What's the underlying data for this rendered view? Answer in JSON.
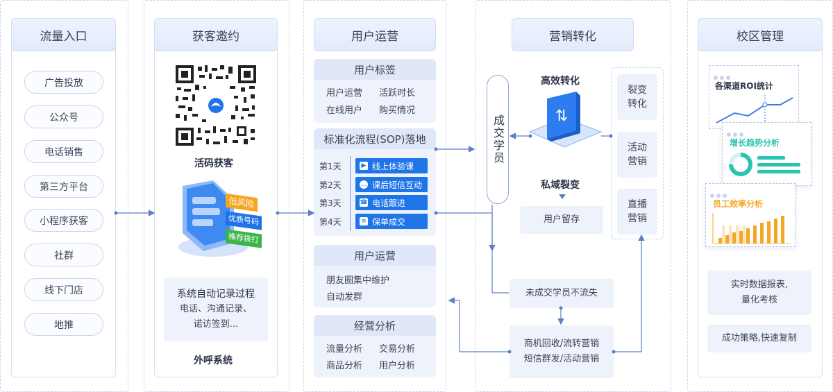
{
  "columns": {
    "traffic": {
      "title": "流量入口",
      "items": [
        "广告投放",
        "公众号",
        "电话销售",
        "第三方平台",
        "小程序获客",
        "社群",
        "线下门店",
        "地推"
      ]
    },
    "acquire": {
      "title": "获客邀约",
      "qr_label": "活码获客",
      "tags": [
        "低风险",
        "优质号码",
        "推荐拨打"
      ],
      "record_title": "系统自动记录过程",
      "record_desc1": "电话、沟通记录、",
      "record_desc2": "诺访签到...",
      "footer": "外呼系统"
    },
    "ops": {
      "title": "用户运营",
      "tags_panel": {
        "title": "用户标签",
        "items": [
          "用户运营",
          "活跃时长",
          "在线用户",
          "购买情况"
        ]
      },
      "sop": {
        "title": "标准化流程(SOP)落地",
        "rows": [
          {
            "day": "第1天",
            "label": "线上体验课",
            "icon": "video-icon"
          },
          {
            "day": "第2天",
            "label": "课后短信互动",
            "icon": "chat-icon"
          },
          {
            "day": "第3天",
            "label": "电话跟进",
            "icon": "phone-icon"
          },
          {
            "day": "第4天",
            "label": "保单成交",
            "icon": "doc-icon"
          }
        ]
      },
      "user_ops": {
        "title": "用户运营",
        "items": [
          "朋友圈集中维护",
          "自动发群"
        ]
      },
      "analysis": {
        "title": "经营分析",
        "items": [
          "流量分析",
          "交易分析",
          "商品分析",
          "用户分析"
        ]
      }
    },
    "marketing": {
      "title": "营销转化",
      "member": "成交学员",
      "high": "高效转化",
      "private": "私域裂变",
      "retain": "用户留存",
      "side": [
        "裂变转化",
        "活动营销",
        "直播营销"
      ],
      "lost": "未成交学员不流失",
      "recover1": "商机回收/流转营销",
      "recover2": "短信群发/活动营销"
    },
    "campus": {
      "title": "校区管理",
      "roi": "各渠道ROI统计",
      "trend": "增长趋势分析",
      "eff": "员工效率分析",
      "report1": "实时数据报表,",
      "report2": "量化考核",
      "strategy": "成功策略,快速复制"
    }
  },
  "colors": {
    "accent": "#1f74e8",
    "teal": "#27c4b0",
    "orange": "#f5a623",
    "line": "#5b7fc4"
  }
}
